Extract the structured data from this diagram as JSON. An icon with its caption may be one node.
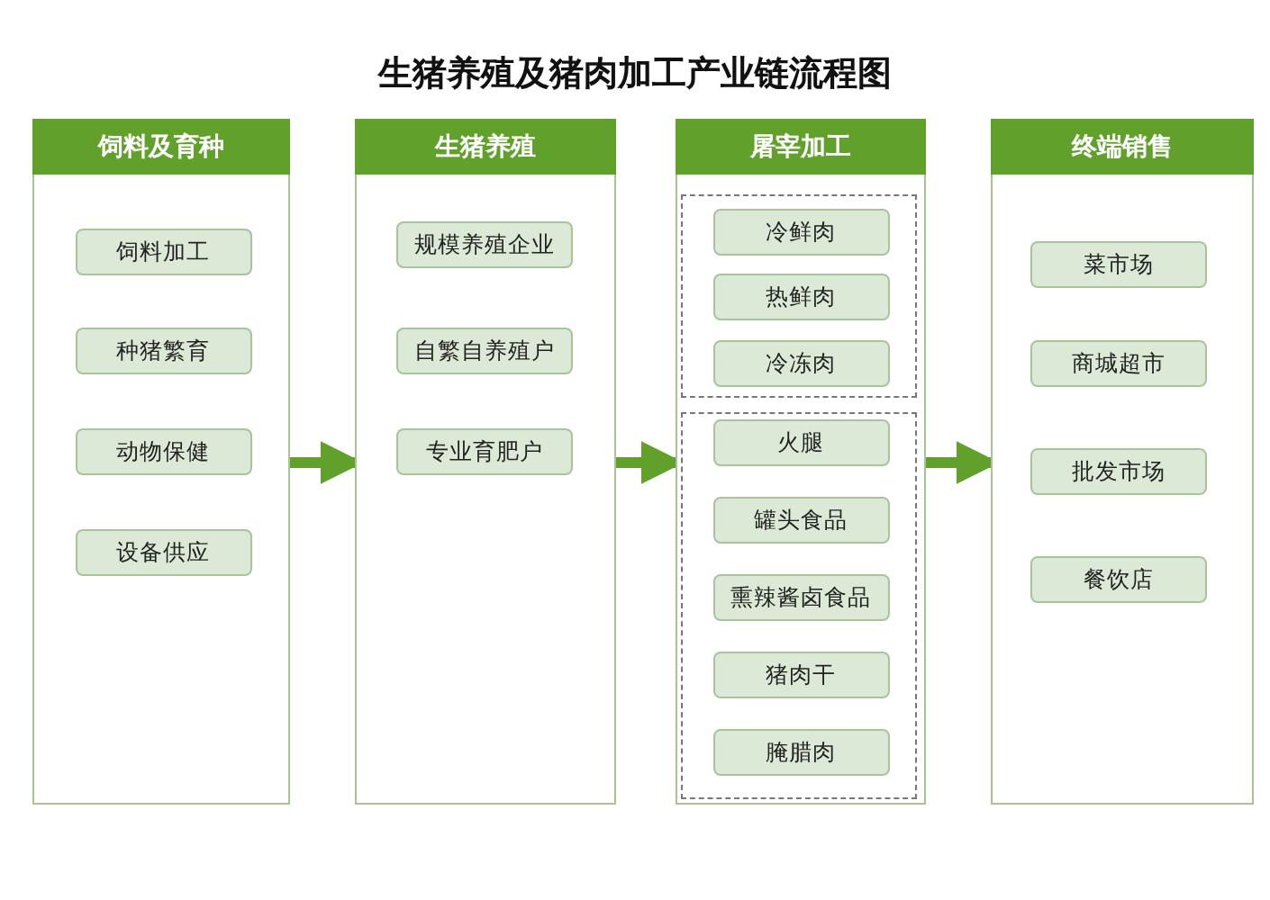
{
  "diagram": {
    "title": "生猪养殖及猪肉加工产业链流程图",
    "nodes": [
      {
        "text": [
          "饲料及育种"
        ]
      },
      {
        "text": [
          "饲料加工"
        ],
        "in": 0
      },
      {
        "text": [
          "种猪繁育"
        ],
        "in": 0
      },
      {
        "text": [
          "动物保健"
        ],
        "in": 0
      },
      {
        "text": [
          "设备供应"
        ],
        "in": 0
      },
      {
        "text": [
          "生猪养殖"
        ]
      },
      {
        "text": [
          "规模养殖企业"
        ],
        "in": 5
      },
      {
        "text": [
          "自繁自养殖户"
        ],
        "in": 5
      },
      {
        "text": [
          "专业育肥户"
        ],
        "in": 5
      },
      {
        "text": [
          "屠宰加工"
        ]
      },
      {
        "text": [],
        "shape": "box",
        "in": 9
      },
      {
        "text": [
          "冷鲜肉"
        ],
        "in": 10
      },
      {
        "text": [
          "热鲜肉"
        ],
        "in": 10
      },
      {
        "text": [
          "冷冻肉"
        ],
        "in": 10
      },
      {
        "text": [],
        "shape": "box",
        "in": 9
      },
      {
        "text": [
          "火腿"
        ],
        "in": 14
      },
      {
        "text": [
          "罐头食品"
        ],
        "in": 14
      },
      {
        "text": [
          "熏辣酱卤食品"
        ],
        "in": 14
      },
      {
        "text": [
          "猪肉干"
        ],
        "in": 14
      },
      {
        "text": [
          "腌腊肉"
        ],
        "in": 14
      },
      {
        "text": [
          "终端销售"
        ]
      },
      {
        "text": [
          "菜市场"
        ],
        "in": 20
      },
      {
        "text": [
          "商城超市"
        ],
        "in": 20
      },
      {
        "text": [
          "批发市场"
        ],
        "in": 20
      },
      {
        "text": [
          "餐饮店"
        ],
        "in": 20
      }
    ],
    "edges": [
      {
        "from": 0,
        "to": 5,
        "arrow": "to"
      },
      {
        "from": 5,
        "to": 9,
        "arrow": "to"
      },
      {
        "from": 9,
        "to": 20,
        "arrow": "to"
      }
    ]
  }
}
